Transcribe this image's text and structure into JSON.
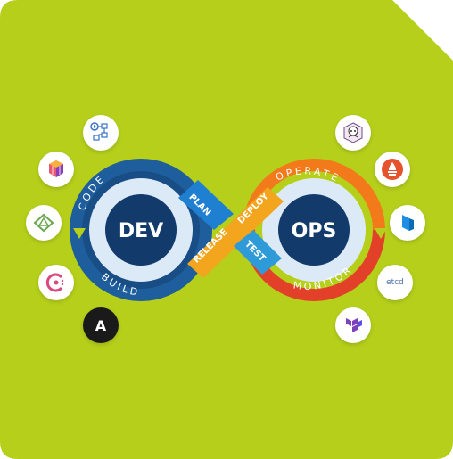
{
  "diagram": {
    "left_label": "DEV",
    "right_label": "OPS",
    "stages": {
      "code": "CODE",
      "build": "BUILD",
      "plan": "PLAN",
      "release": "RELEASE",
      "deploy": "DEPLOY",
      "test": "TEST",
      "operate": "OPERATE",
      "monitor": "MONITOR"
    }
  },
  "icons": {
    "left": [
      "pipeline-icon",
      "cube-cluster-icon",
      "triangle-logo-icon",
      "consul-icon",
      "ansible-icon"
    ],
    "right": [
      "octocat-icon",
      "prometheus-icon",
      "packer-icon",
      "etcd-icon",
      "terraform-icon"
    ],
    "etcd_text": "etcd",
    "ansible_text": "A"
  },
  "colors": {
    "background": "#b5cf1b",
    "dev_blue": "#1f5e9c",
    "dev_dark": "#123a6b",
    "ops_orange": "#f27a1a",
    "ops_red": "#e3402a",
    "cross": "#f3a51d",
    "light": "#dce9f7"
  }
}
